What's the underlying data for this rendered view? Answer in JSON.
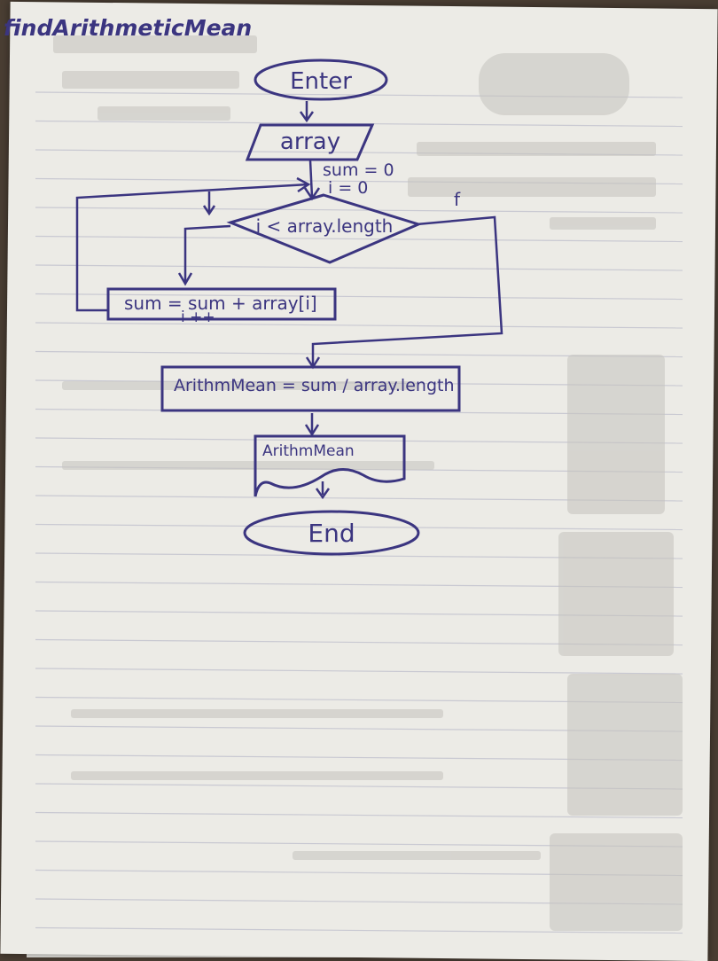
{
  "title": "findArithmeticMean",
  "nodes": {
    "start": "Enter",
    "input": "array",
    "init_1": "sum = 0",
    "init_2": "i = 0",
    "condition": "i < array.length",
    "false_label": "f",
    "body_1": "sum = sum + array[i]",
    "body_2": "i ++",
    "compute": "ArithmMean = sum / array.length",
    "output": "ArithmMean",
    "end": "End"
  },
  "colors": {
    "ink": "#3b3580",
    "paper": "#ecebe6",
    "rule": "#c9c9d2",
    "bleed": "#b6b4ae"
  }
}
